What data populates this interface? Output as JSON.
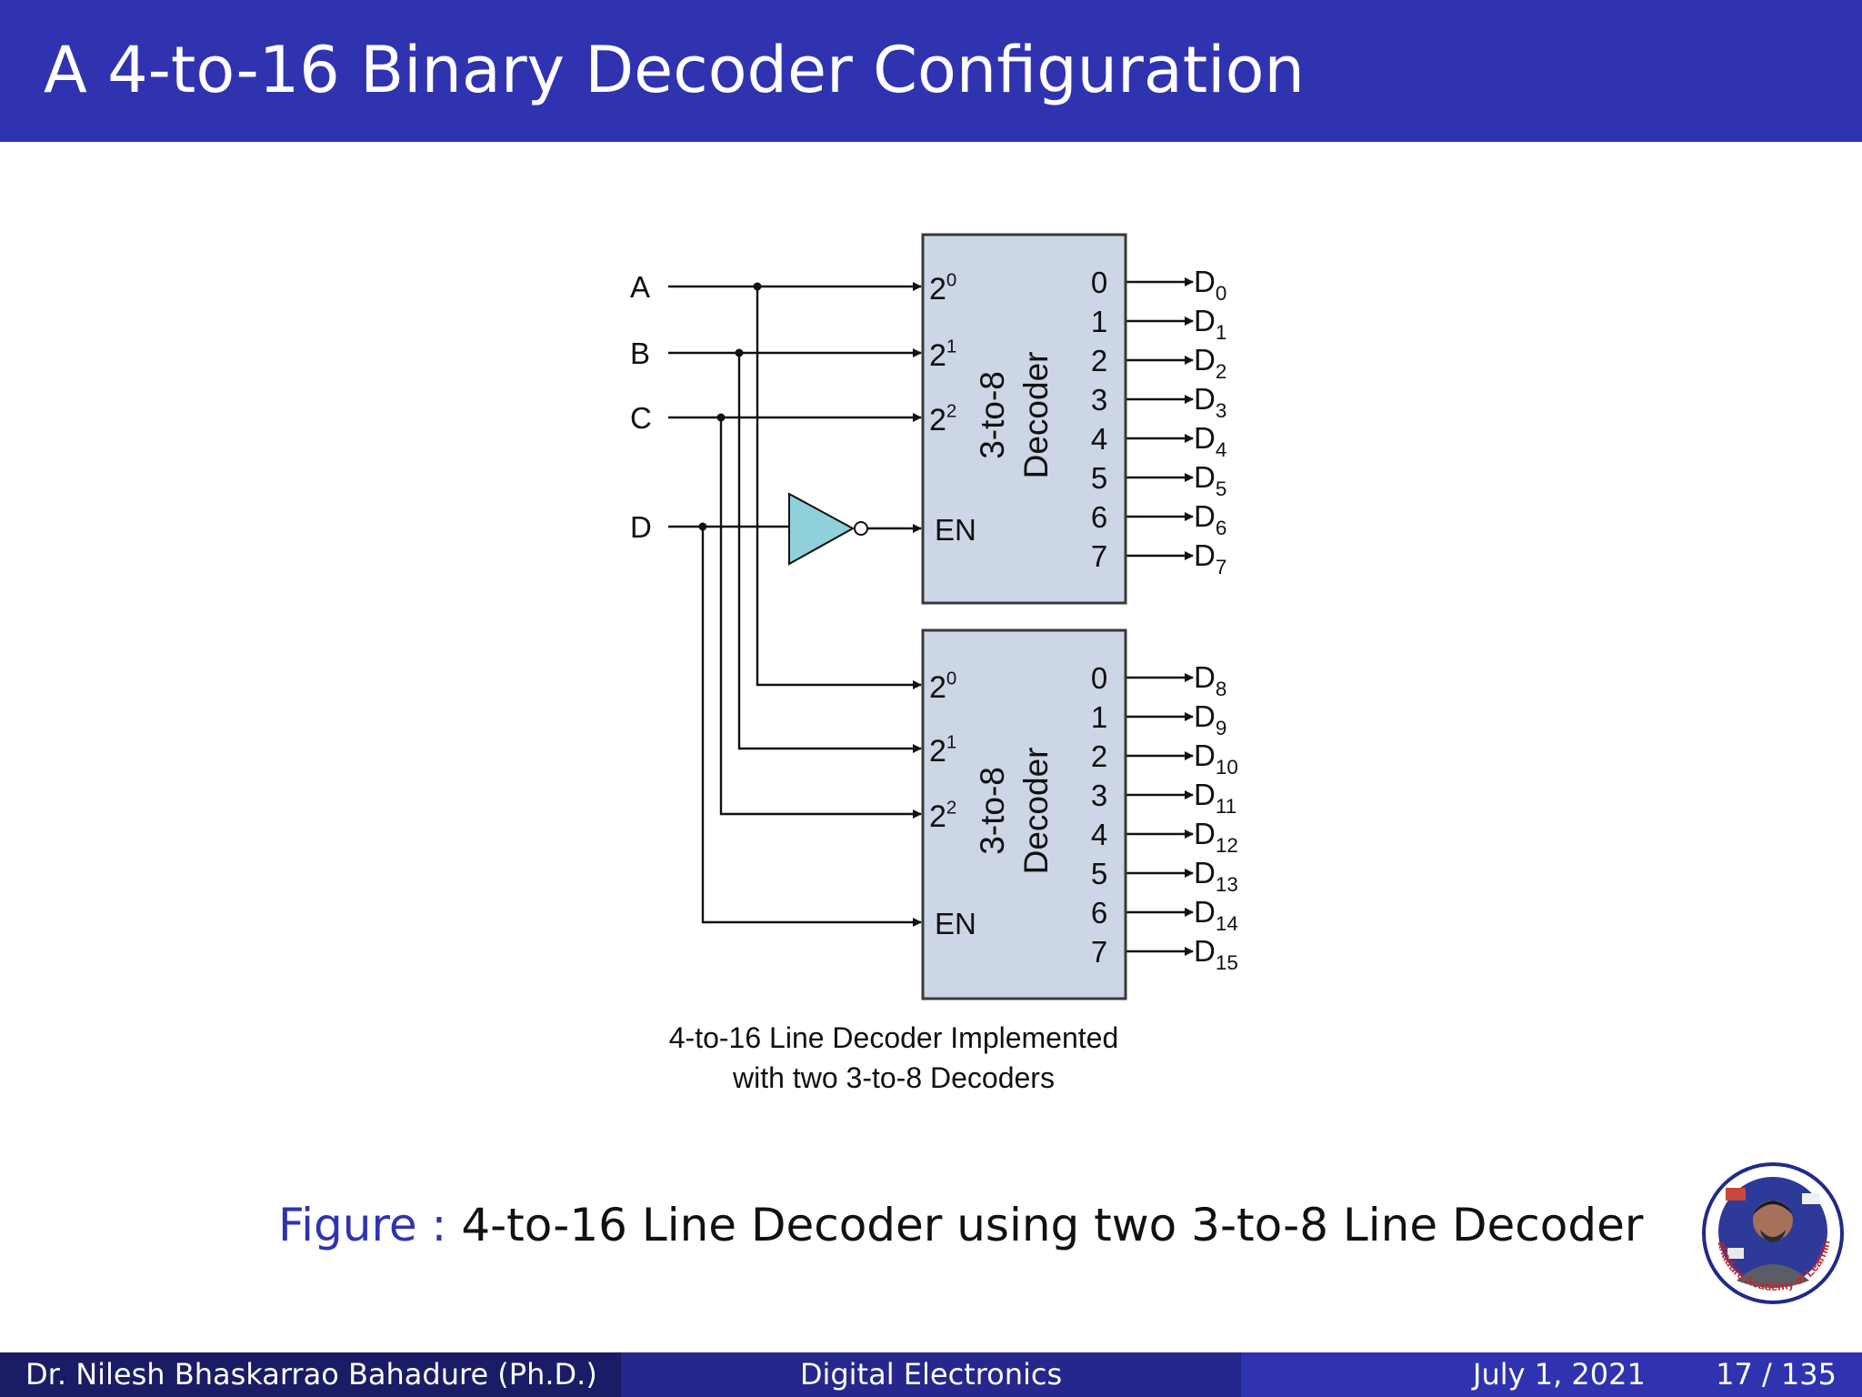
{
  "slide": {
    "title": "A 4-to-16 Binary Decoder Configuration"
  },
  "diagram": {
    "inputs": [
      "A",
      "B",
      "C",
      "D"
    ],
    "decoders": [
      {
        "name_line1": "3-to-8",
        "name_line2": "Decoder",
        "select_labels": [
          [
            "2",
            "0"
          ],
          [
            "2",
            "1"
          ],
          [
            "2",
            "2"
          ]
        ],
        "enable_label": "EN",
        "output_numbers": [
          "0",
          "1",
          "2",
          "3",
          "4",
          "5",
          "6",
          "7"
        ],
        "outputs": [
          [
            "D",
            "0"
          ],
          [
            "D",
            "1"
          ],
          [
            "D",
            "2"
          ],
          [
            "D",
            "3"
          ],
          [
            "D",
            "4"
          ],
          [
            "D",
            "5"
          ],
          [
            "D",
            "6"
          ],
          [
            "D",
            "7"
          ]
        ]
      },
      {
        "name_line1": "3-to-8",
        "name_line2": "Decoder",
        "select_labels": [
          [
            "2",
            "0"
          ],
          [
            "2",
            "1"
          ],
          [
            "2",
            "2"
          ]
        ],
        "enable_label": "EN",
        "output_numbers": [
          "0",
          "1",
          "2",
          "3",
          "4",
          "5",
          "6",
          "7"
        ],
        "outputs": [
          [
            "D",
            "8"
          ],
          [
            "D",
            "9"
          ],
          [
            "D",
            "10"
          ],
          [
            "D",
            "11"
          ],
          [
            "D",
            "12"
          ],
          [
            "D",
            "13"
          ],
          [
            "D",
            "14"
          ],
          [
            "D",
            "15"
          ]
        ]
      }
    ],
    "caption_line1": "4-to-16 Line Decoder Implemented",
    "caption_line2": "with two 3-to-8 Decoders",
    "colors": {
      "block_fill": "#cdd6e6",
      "inverter_fill": "#8fd0da",
      "wire": "#111111"
    }
  },
  "figure": {
    "prefix": "Figure :",
    "text": "4-to-16 Line Decoder using two 3-to-8 Line Decoder"
  },
  "logo": {
    "text": "Bahadure Academy of Learning"
  },
  "footer": {
    "author": "Dr. Nilesh Bhaskarrao Bahadure (Ph.D.)",
    "course": "Digital Electronics",
    "date": "July 1, 2021",
    "page": "17 / 135"
  },
  "colors": {
    "title_bar": "#3033b0",
    "footer_left": "#1a1c66",
    "footer_mid": "#25278c",
    "footer_right": "#3033b0"
  }
}
